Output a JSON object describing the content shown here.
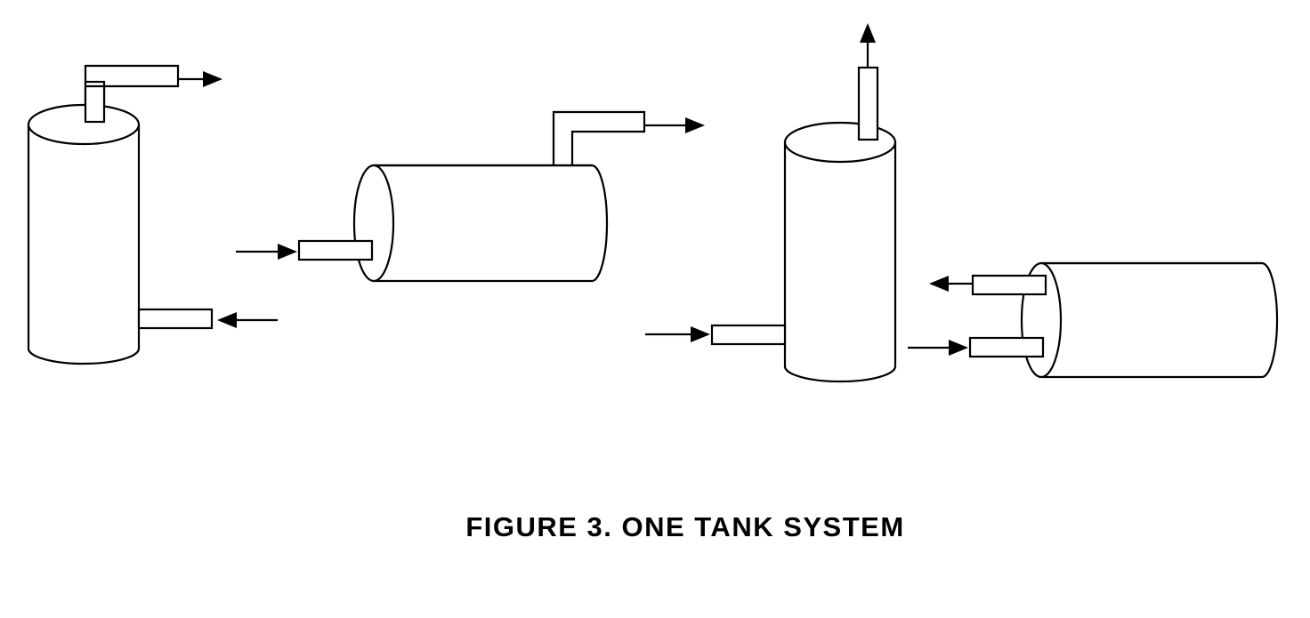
{
  "figure": {
    "caption": "FIGURE 3. ONE TANK SYSTEM",
    "ink_color": "#000000",
    "background_color": "#ffffff"
  },
  "tanks": [
    {
      "id": "tank-1",
      "orientation": "vertical",
      "outlet_pipe": "elbow from top",
      "inlet_pipe": "side near bottom"
    },
    {
      "id": "tank-2",
      "orientation": "horizontal",
      "outlet_pipe": "elbow from top",
      "inlet_pipe": "left end"
    },
    {
      "id": "tank-3",
      "orientation": "vertical",
      "outlet_pipe": "straight up from top",
      "inlet_pipe": "side near bottom"
    },
    {
      "id": "tank-4",
      "orientation": "horizontal",
      "outlet_pipe": "left end, upper",
      "inlet_pipe": "left end, lower"
    }
  ]
}
